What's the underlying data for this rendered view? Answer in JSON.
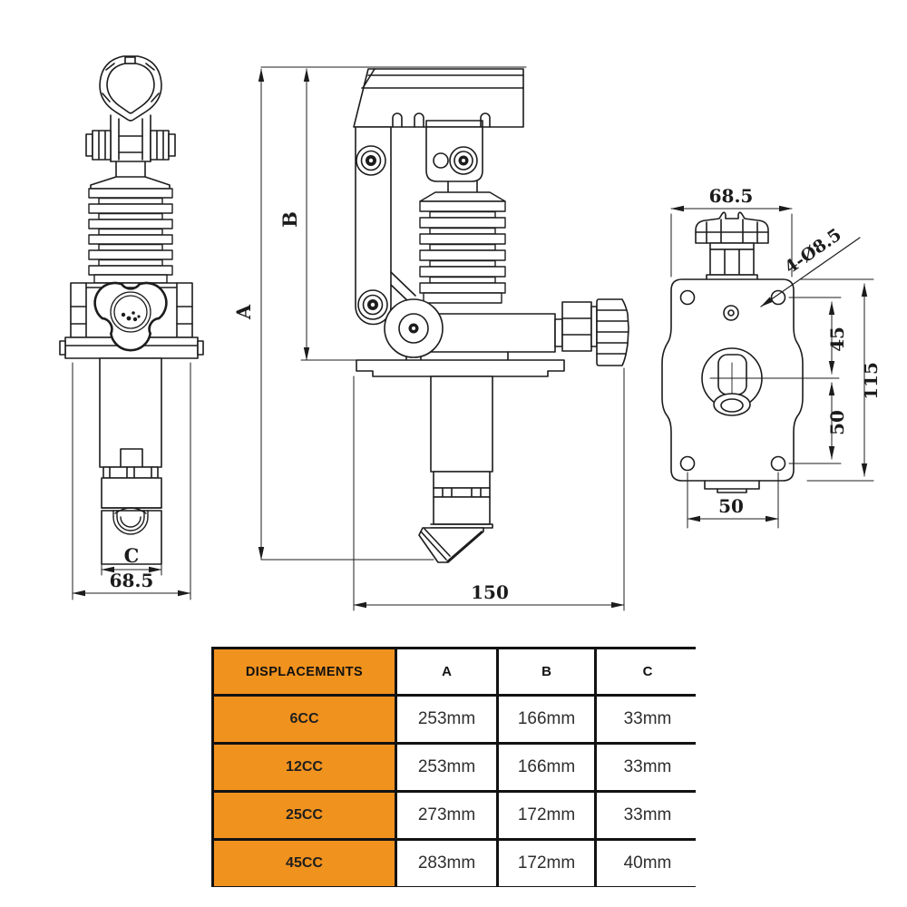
{
  "colors": {
    "accent_orange": "#F0921E",
    "line_color": "#1c1c1c",
    "background": "#ffffff"
  },
  "drawing": {
    "front_view": {
      "width_dim": "68.5",
      "outlet_dim": "C"
    },
    "side_view": {
      "overall_height_dim": "A",
      "handle_height_dim": "B",
      "depth_dim": "150"
    },
    "rear_view": {
      "width_dim": "68.5",
      "holes_note": "4-Ø8.5",
      "hole_to_port_dim": "45",
      "port_to_hole_dim": "50",
      "body_height_dim": "115",
      "hole_spacing_dim": "50"
    }
  },
  "table": {
    "header": [
      "DISPLACEMENTS",
      "A",
      "B",
      "C"
    ],
    "rows": [
      {
        "label": "6CC",
        "a": "253mm",
        "b": "166mm",
        "c": "33mm"
      },
      {
        "label": "12CC",
        "a": "253mm",
        "b": "166mm",
        "c": "33mm"
      },
      {
        "label": "25CC",
        "a": "273mm",
        "b": "172mm",
        "c": "33mm"
      },
      {
        "label": "45CC",
        "a": "283mm",
        "b": "172mm",
        "c": "40mm"
      }
    ]
  }
}
